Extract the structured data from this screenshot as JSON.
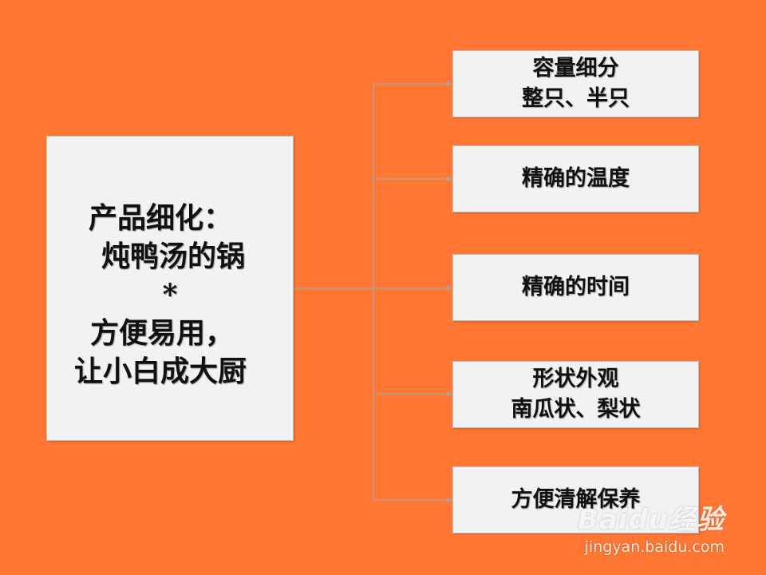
{
  "main": {
    "lines": [
      "产品细化：",
      "炖鸭汤的锅",
      "*",
      "方便易用，",
      "让小白成大厨"
    ]
  },
  "branches": [
    {
      "lines": [
        "容量细分",
        "整只、半只"
      ]
    },
    {
      "lines": [
        "精确的温度"
      ]
    },
    {
      "lines": [
        "精确的时间"
      ]
    },
    {
      "lines": [
        "形状外观",
        "南瓜状、梨状"
      ]
    },
    {
      "lines": [
        "方便清解保养"
      ]
    }
  ],
  "watermark": {
    "logo": "Baidu经验",
    "url": "jingyan.baidu.com"
  },
  "colors": {
    "background": "#FF7733",
    "box_fill": "#F2F2F2",
    "connector": "#A6A6A6"
  }
}
